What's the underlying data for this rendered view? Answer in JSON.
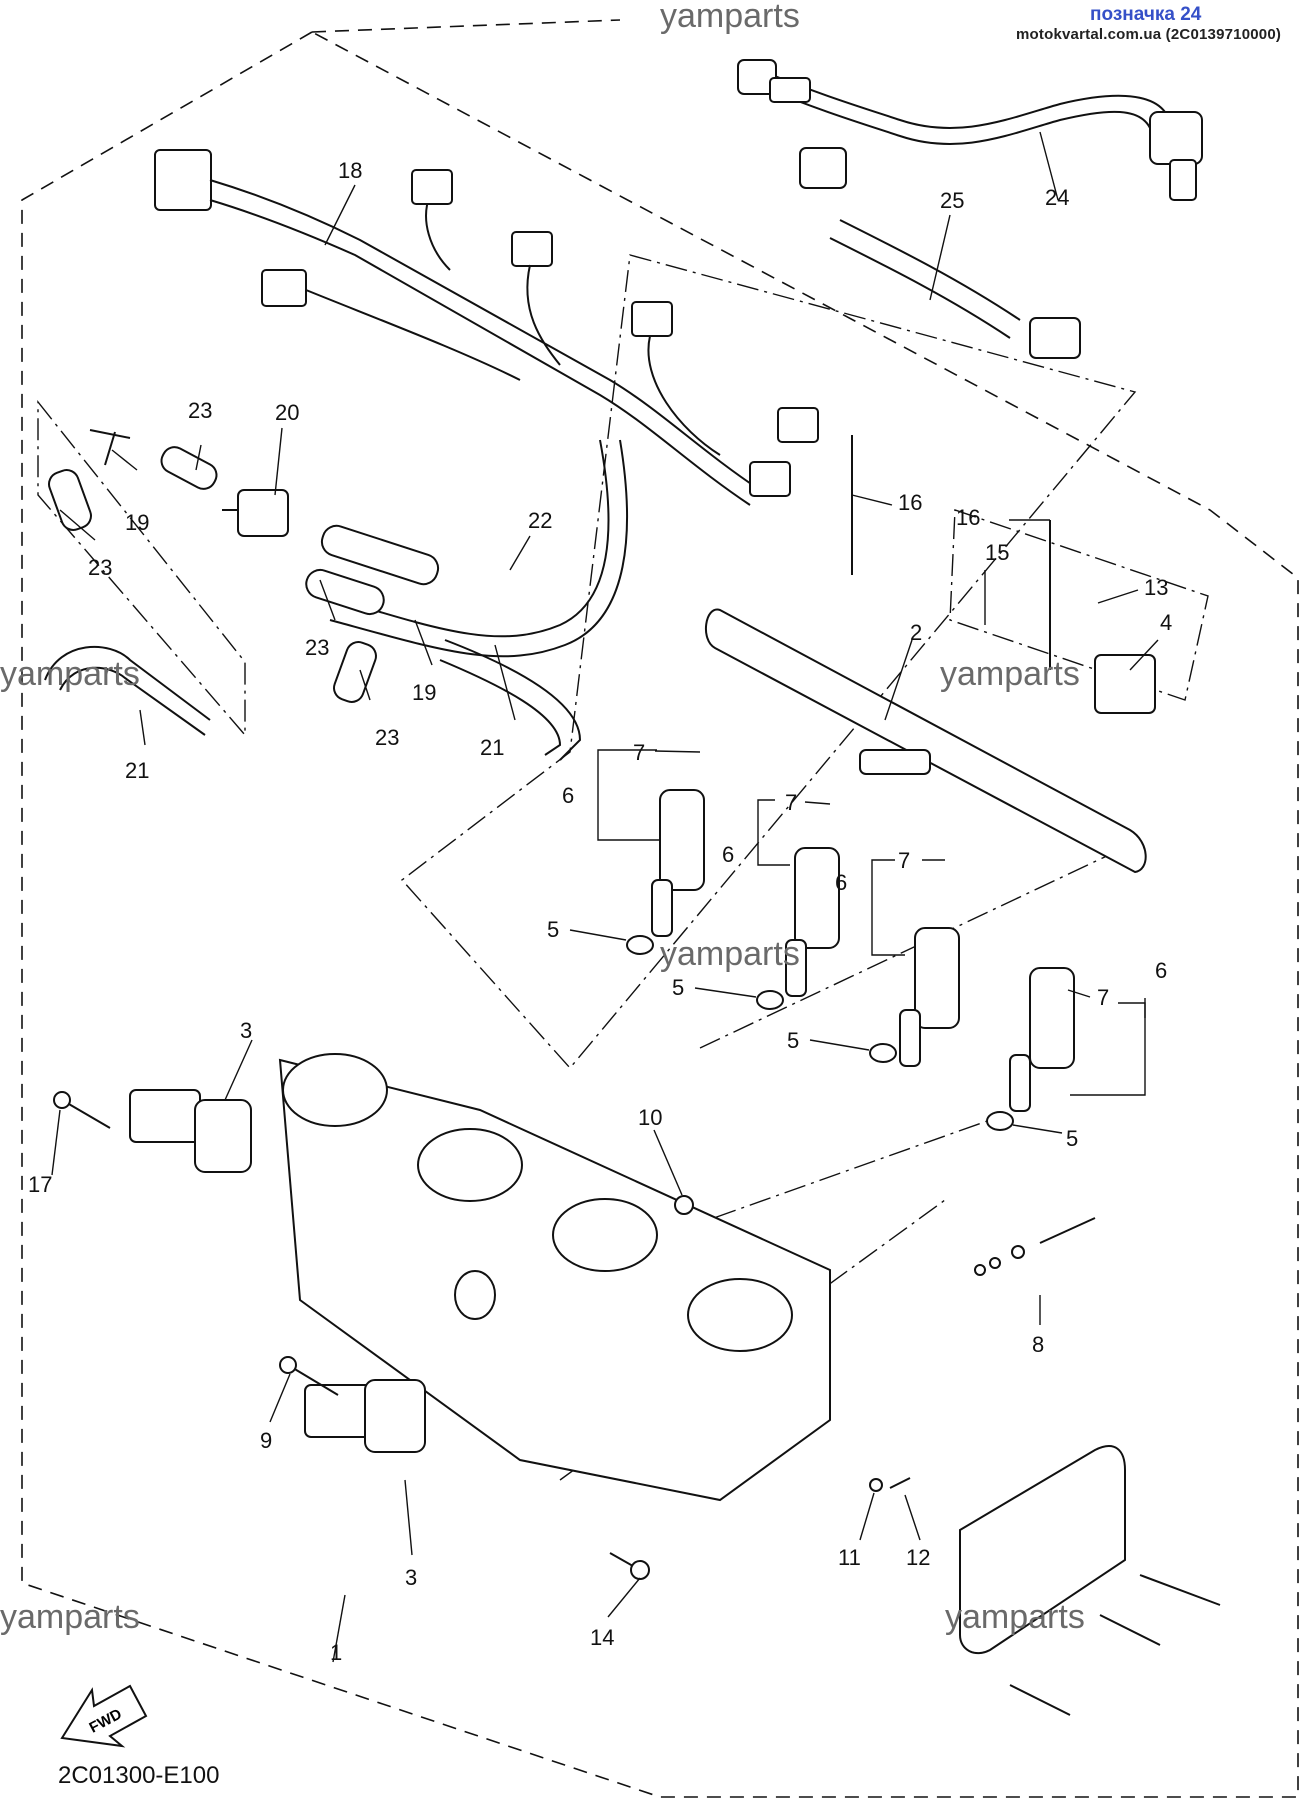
{
  "header": {
    "link_text": "позначка 24",
    "site_text": "motokvartal.com.ua (2C0139710000)"
  },
  "watermarks": [
    "yamparts",
    "yamparts",
    "yamparts",
    "yamparts",
    "yamparts",
    "yamparts"
  ],
  "figure_code": "2C01300-E100",
  "fwd_label": "FWD",
  "callouts": {
    "c1": "1",
    "c2": "2",
    "c3a": "3",
    "c3b": "3",
    "c4": "4",
    "c5a": "5",
    "c5b": "5",
    "c5c": "5",
    "c5d": "5",
    "c6a": "6",
    "c6b": "6",
    "c6c": "6",
    "c6d": "6",
    "c7a": "7",
    "c7b": "7",
    "c7c": "7",
    "c7d": "7",
    "c8": "8",
    "c9": "9",
    "c10": "10",
    "c11": "11",
    "c12": "12",
    "c13": "13",
    "c14": "14",
    "c15": "15",
    "c16a": "16",
    "c16b": "16",
    "c17": "17",
    "c18": "18",
    "c19a": "19",
    "c19b": "19",
    "c20": "20",
    "c21a": "21",
    "c21b": "21",
    "c22": "22",
    "c23a": "23",
    "c23b": "23",
    "c23c": "23",
    "c23d": "23",
    "c24": "24",
    "c25": "25"
  }
}
